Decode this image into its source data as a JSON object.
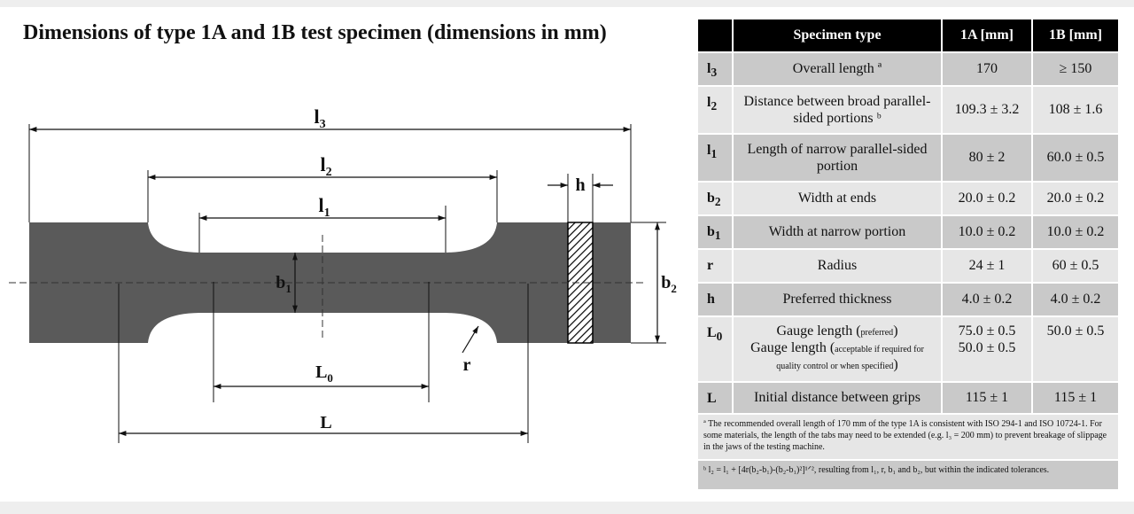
{
  "title": "Dimensions of type 1A and 1B test specimen (dimensions in mm)",
  "drawing": {
    "labels": {
      "l3": "l3",
      "l2": "l2",
      "l1": "l1",
      "h": "h",
      "b1": "b1",
      "b2": "b2",
      "r": "r",
      "L0": "L0",
      "L": "L"
    }
  },
  "table": {
    "headers": [
      "",
      "Specimen type",
      "1A [mm]",
      "1B [mm]"
    ],
    "rows": [
      {
        "symbol": "l3",
        "name": "Overall length ª",
        "v1a": "170",
        "v1b": "≥ 150"
      },
      {
        "symbol": "l2",
        "name": "Distance between broad parallel-sided portions ᵇ",
        "v1a": "109.3 ± 3.2",
        "v1b": "108 ± 1.6"
      },
      {
        "symbol": "l1",
        "name": "Length of narrow parallel-sided portion",
        "v1a": "80 ± 2",
        "v1b": "60.0 ± 0.5"
      },
      {
        "symbol": "b2",
        "name": "Width at ends",
        "v1a": "20.0 ± 0.2",
        "v1b": "20.0 ± 0.2"
      },
      {
        "symbol": "b1",
        "name": "Width at narrow portion",
        "v1a": "10.0 ± 0.2",
        "v1b": "10.0 ± 0.2"
      },
      {
        "symbol": "r",
        "name": "Radius",
        "v1a": "24 ± 1",
        "v1b": "60 ± 0.5"
      },
      {
        "symbol": "h",
        "name": "Preferred thickness",
        "v1a": "4.0 ± 0.2",
        "v1b": "4.0 ± 0.2"
      },
      {
        "symbol": "L0",
        "name_line1": "Gauge length (",
        "name_line1_small": "preferred",
        "name_line1_end": ")",
        "name_line2": "Gauge length (",
        "name_line2_small": "acceptable if required for quality control or when specified",
        "name_line2_end": ")",
        "v1a": "75.0 ± 0.5",
        "v1a_2": "50.0 ± 0.5",
        "v1b": "50.0 ± 0.5"
      },
      {
        "symbol": "L",
        "name": "Initial distance between grips",
        "v1a": "115 ± 1",
        "v1b": "115 ± 1"
      }
    ],
    "footnote_a": "ª The recommended overall length of 170 mm of the type 1A is consistent with ISO 294-1 and ISO 10724-1. For some materials, the length of the tabs may need to be extended (e.g. l₃ = 200 mm) to prevent breakage of slippage in the jaws of the testing machine.",
    "footnote_b": "ᵇ l₂ = l₁ + [4r(b₂-b₁)-(b₂-b₁)²]¹ᐟ², resulting from l₁, r, b₁ and b₂, but within the indicated tolerances."
  },
  "colors": {
    "specimen": "#5a5a5a",
    "header": "#000000",
    "row_dark": "#c9c9c9",
    "row_light": "#e6e6e6"
  }
}
